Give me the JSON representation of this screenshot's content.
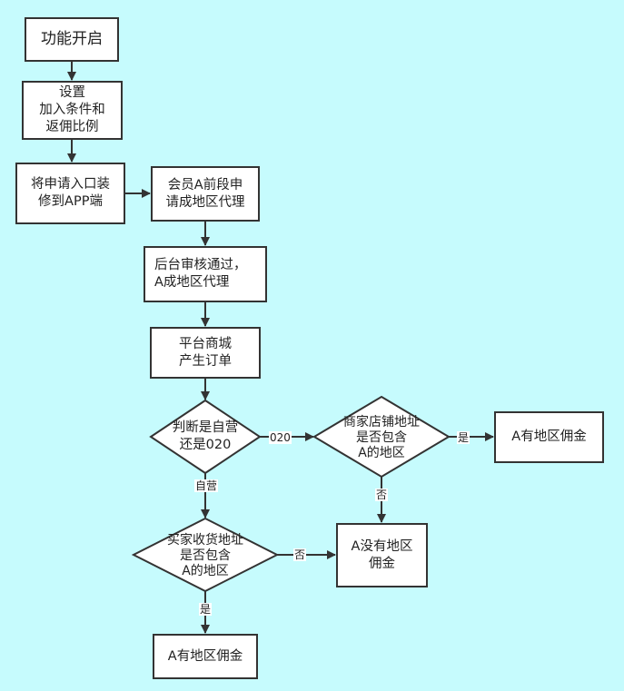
{
  "nodes": {
    "start": "功能开启",
    "setup": "设置\n加入条件和\n返佣比例",
    "deploy": "将申请入口装\n修到APP端",
    "apply": "会员A前段申\n请成地区代理",
    "approve": "后台审核通过，\nA成地区代理",
    "order": "平台商城\n产生订单",
    "decision_type": "判断是自营\n还是020",
    "decision_store": "商家店铺地址\n是否包含\nA的地区",
    "decision_buyer": "买家收货地址\n是否包含\nA的地区",
    "commission_yes_right": "A有地区佣金",
    "commission_yes_bottom": "A有地区佣金",
    "commission_no": "A没有地区\n佣金"
  },
  "edge_labels": {
    "o2o": "020",
    "self": "自营",
    "store_yes": "是",
    "store_no": "否",
    "buyer_no": "否",
    "buyer_yes": "是"
  }
}
